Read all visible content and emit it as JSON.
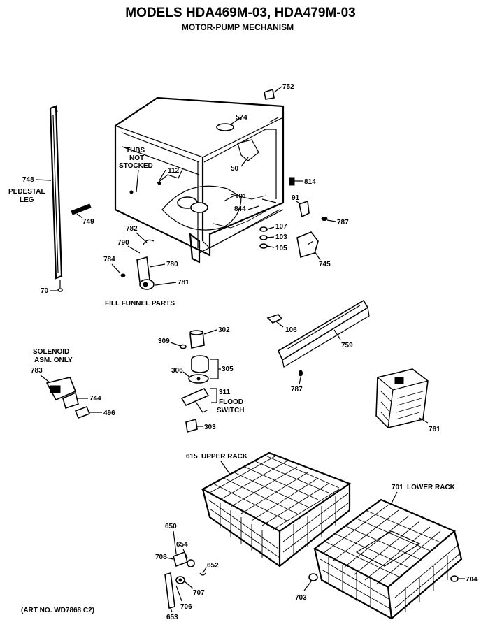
{
  "title": "MODELS HDA469M-03, HDA479M-03",
  "subtitle": "MOTOR-PUMP MECHANISM",
  "footer": "(ART NO. WD7868 C2)",
  "notes": {
    "tubs_not_stocked": [
      "TUBS",
      "NOT",
      "STOCKED"
    ],
    "pedestal_leg": [
      "PEDESTAL",
      "LEG"
    ],
    "fill_funnel_parts": "FILL FUNNEL PARTS",
    "solenoid_asm_only": [
      "SOLENOID",
      "ASM. ONLY"
    ],
    "flood_switch": [
      "FLOOD",
      "SWITCH"
    ],
    "upper_rack": "UPPER RACK",
    "lower_rack": "LOWER RACK"
  },
  "parts": {
    "p752": "752",
    "p574": "574",
    "p50": "50",
    "p112": "112",
    "p101": "101",
    "p844": "844",
    "p814": "814",
    "p91": "91",
    "p787a": "787",
    "p107": "107",
    "p103": "103",
    "p105": "105",
    "p745": "745",
    "p748": "748",
    "p749": "749",
    "p70": "70",
    "p782": "782",
    "p790": "790",
    "p784": "784",
    "p780": "780",
    "p781": "781",
    "p106": "106",
    "p759": "759",
    "p787b": "787",
    "p761": "761",
    "p783": "783",
    "p744": "744",
    "p496": "496",
    "p309": "309",
    "p302": "302",
    "p305": "305",
    "p306": "306",
    "p311": "311",
    "p303": "303",
    "p615": "615",
    "p701": "701",
    "p650": "650",
    "p708": "708",
    "p654": "654",
    "p652": "652",
    "p707": "707",
    "p706": "706",
    "p653": "653",
    "p703": "703",
    "p704": "704"
  }
}
